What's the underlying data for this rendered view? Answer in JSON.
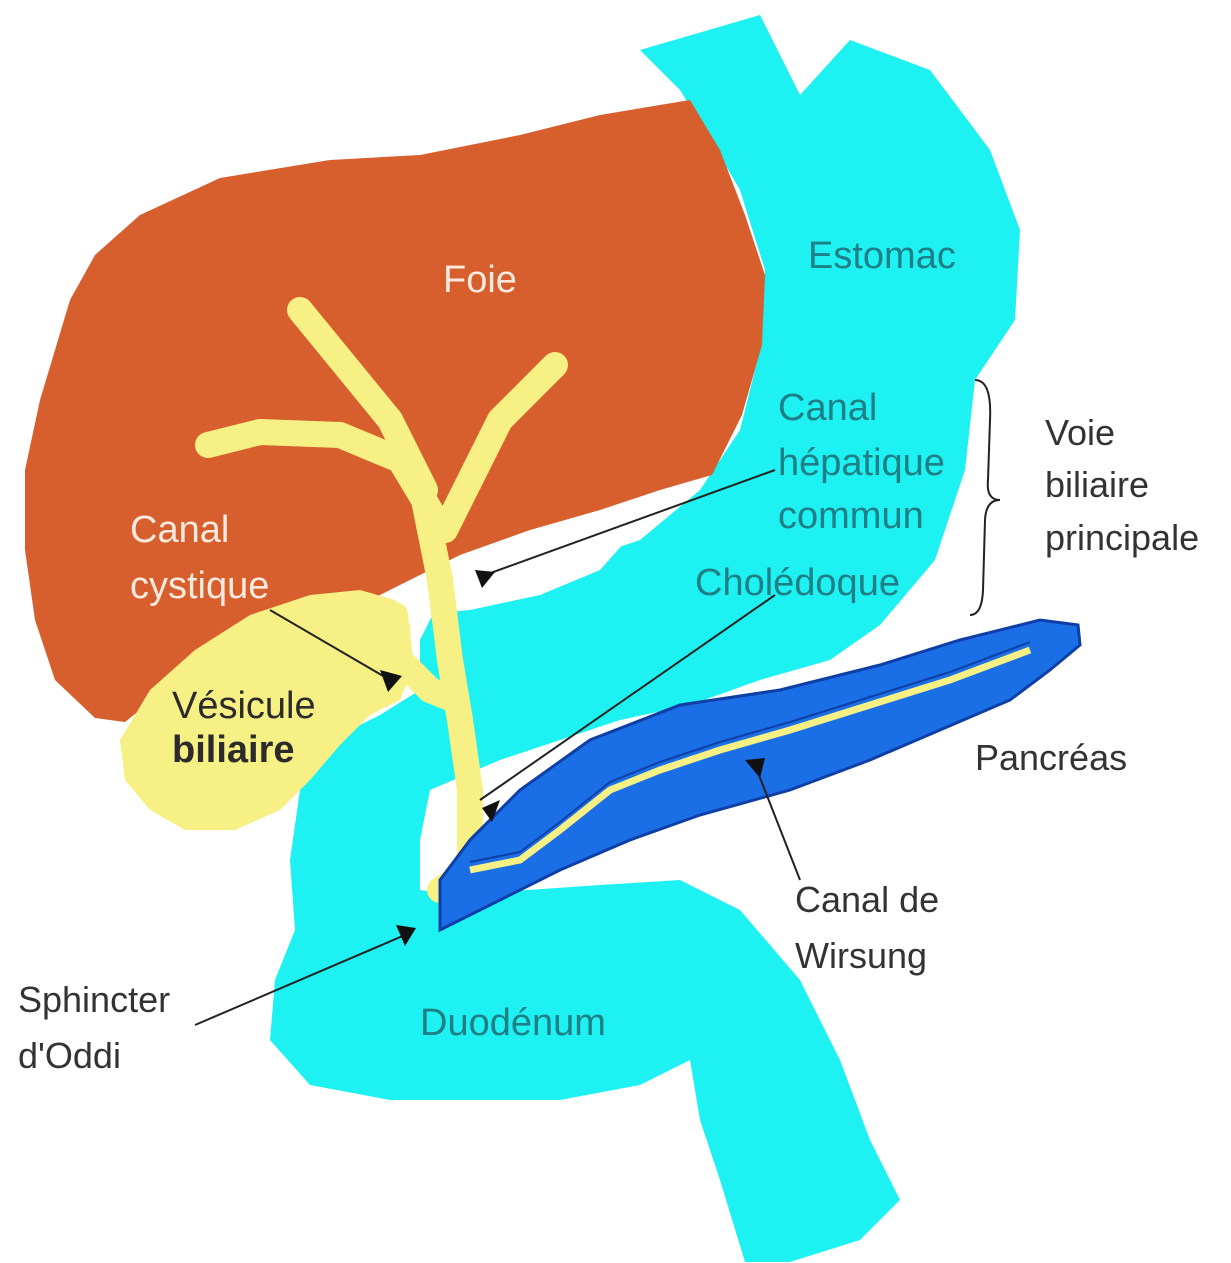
{
  "colors": {
    "liver": "#D75F2D",
    "stomach_duodenum": "#1EF1F1",
    "bile_ducts": "#F7F084",
    "pancreas": "#1A6FE6",
    "pancreas_edge": "#0E3FA6",
    "label_on_liver": "#FDE9DE",
    "label_on_cyan": "#1E7F86",
    "label_on_yellow": "#2B2B2B",
    "label_outside": "#333333"
  },
  "labels": {
    "foie": "Foie",
    "estomac": "Estomac",
    "canal_hepatique": [
      "Canal",
      "hépatique",
      "commun"
    ],
    "choledoque": "Cholédoque",
    "voie_biliaire": [
      "Voie",
      "biliaire",
      "principale"
    ],
    "canal_cystique": [
      "Canal",
      "cystique"
    ],
    "vesicule": [
      "Vésicule",
      "biliaire"
    ],
    "pancreas": "Pancréas",
    "canal_wirsung": [
      "Canal de",
      "Wirsung"
    ],
    "sphincter": [
      "Sphincter",
      "d'Oddi"
    ],
    "duodenum": "Duodénum"
  }
}
